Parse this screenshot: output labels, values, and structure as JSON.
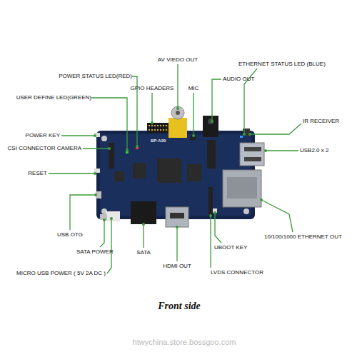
{
  "diagram": {
    "caption": "Front side",
    "labels": [
      "AV VIEDO OUT",
      "POWER STATUS LED(RED)",
      "ETHERNET STATUS LED (BLUE)",
      "AUDIO OUT",
      "GPIO HEADERS",
      "MIC",
      "USER DEFINE LED(GREEN)",
      "IR RECEIVER",
      "POWER KEY",
      "USB2.0 x 2",
      "CSI CONNECTOR CAMERA",
      "RESET",
      "10/100/1000 ETHERNET OUT",
      "USB OTG",
      "UBOOT KEY",
      "SATA POWER",
      "SATA",
      "HDMI OUT",
      "MICRO USB POWER ( 5V 2A DC )",
      "LVDS CONNECTOR",
      "BP-A20",
      "htwychina.store.bossgoo.com"
    ]
  }
}
